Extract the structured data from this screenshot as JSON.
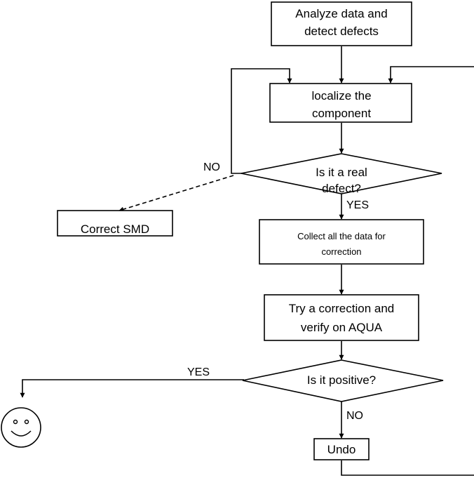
{
  "nodes": {
    "analyze_line1": "Analyze data and",
    "analyze_line2": "detect defects",
    "localize_line1": "localize the",
    "localize_line2": "component",
    "real_defect_line1": "Is it a real",
    "real_defect_line2": "defect?",
    "correct_smd": "Correct SMD",
    "collect_line1": "Collect all the data for",
    "collect_line2": "correction",
    "try_line1": "Try a correction and",
    "try_line2": "verify on AQUA",
    "positive": "Is it positive?",
    "undo": "Undo"
  },
  "edge_labels": {
    "real_no": "NO",
    "real_yes": "YES",
    "positive_yes": "YES",
    "positive_no": "NO"
  },
  "colors": {
    "stroke": "#000000",
    "fill": "#ffffff"
  },
  "icons": {
    "success": "smiley-face-icon"
  }
}
